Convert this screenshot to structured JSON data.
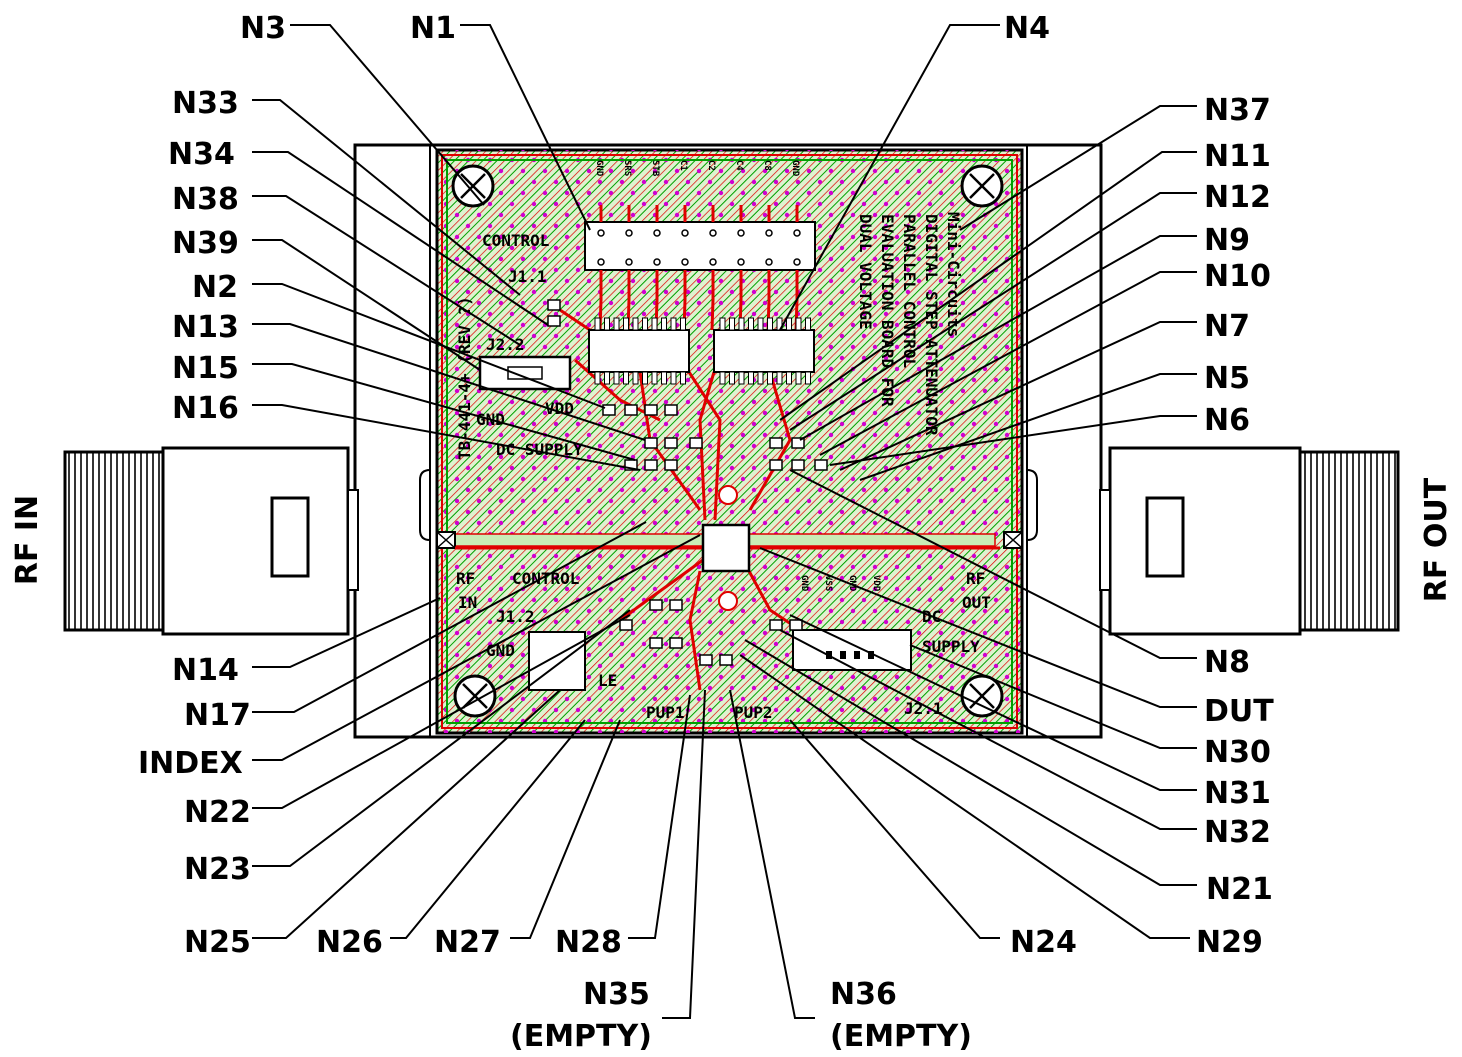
{
  "callouts": {
    "N3": "N3",
    "N1": "N1",
    "N4": "N4",
    "N33": "N33",
    "N34": "N34",
    "N38": "N38",
    "N39": "N39",
    "N2": "N2",
    "N13": "N13",
    "N15": "N15",
    "N16": "N16",
    "N37": "N37",
    "N11": "N11",
    "N12": "N12",
    "N9": "N9",
    "N10": "N10",
    "N7": "N7",
    "N5": "N5",
    "N6": "N6",
    "N14": "N14",
    "N17": "N17",
    "INDEX": "INDEX",
    "N22": "N22",
    "N23": "N23",
    "N25": "N25",
    "N26": "N26",
    "N27": "N27",
    "N28": "N28",
    "N35": "N35",
    "N35_sub": "(EMPTY)",
    "N36": "N36",
    "N36_sub": "(EMPTY)",
    "N24": "N24",
    "N29": "N29",
    "N21": "N21",
    "N32": "N32",
    "N31": "N31",
    "N30": "N30",
    "DUT": "DUT",
    "N8": "N8"
  },
  "ports": {
    "rf_in": "RF IN",
    "rf_out": "RF OUT"
  },
  "board_text": {
    "control": "CONTROL",
    "j11": "J1.1",
    "j22": "J2.2",
    "gnd": "GND",
    "vdd": "VDD",
    "dc_supply": "DC SUPPLY",
    "rf_in": "RF",
    "rf_in2": "IN",
    "rf_out": "RF",
    "rf_out2": "OUT",
    "control2": "CONTROL",
    "j12": "J1.2",
    "gnd2": "GND",
    "le": "LE",
    "pup1": "PUP1",
    "pup2": "PUP2",
    "j21": "J2.1",
    "dc": "DC",
    "supply": "SUPPLY",
    "vertical_left": "TB-441-4+ (REV ?)",
    "board_title": "Mini-Circuits",
    "line1": "DIGITAL STEP ATTENUATOR",
    "line2": "PARALLEL CONTROL",
    "line3": "EVALUATION BOARD FOR",
    "line4": "DUAL VOLTAGE",
    "header_pins": [
      "GND",
      "SRS",
      "STB",
      "C1",
      "C2",
      "C4",
      "C8",
      "GND"
    ],
    "supply_pins": [
      "GND",
      "VSS",
      "GND",
      "VDD"
    ]
  },
  "colors": {
    "board_fill": "#d8f0c8",
    "hatch_red": "#e00000",
    "hatch_green": "#00b000",
    "dot_magenta": "#d000d0",
    "trace_red": "#e00000"
  }
}
